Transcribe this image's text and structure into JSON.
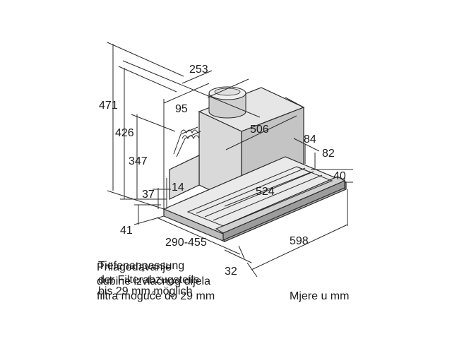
{
  "dimensions": {
    "d471": "471",
    "d426": "426",
    "d347": "347",
    "d37": "37",
    "d14": "14",
    "d41": "41",
    "d253": "253",
    "d95": "95",
    "d506": "506",
    "d84": "84",
    "d82": "82",
    "d40": "40",
    "d524": "524",
    "d290_455": "290-455",
    "d598": "598",
    "d32": "32"
  },
  "notes": {
    "german_line1": "Tiefenanpassung",
    "german_line2": "der Filterabzugsteils",
    "german_line3": "bis 29 mm möglich",
    "croatian_line1": "Prilagodavanje",
    "croatian_line2": "dubine izvlačnog dijela",
    "croatian_line3": "filtra moguće do 29 mm",
    "units": "Mjere u mm"
  }
}
